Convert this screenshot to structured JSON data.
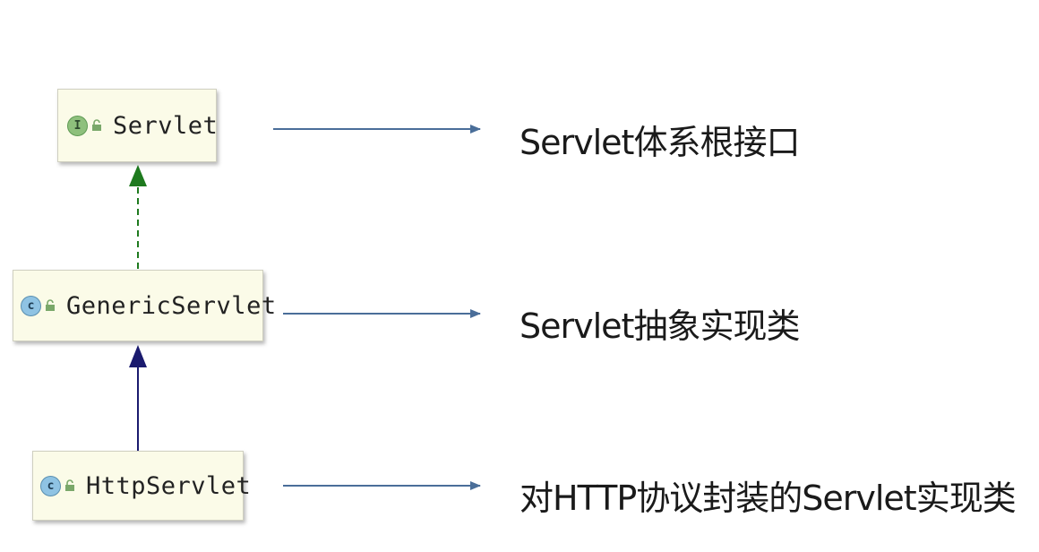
{
  "nodes": [
    {
      "kind": "interface",
      "badge": "I",
      "name": "Servlet",
      "description": "Servlet体系根接口"
    },
    {
      "kind": "class",
      "badge": "c",
      "name": "GenericServlet",
      "description": "Servlet抽象实现类"
    },
    {
      "kind": "class",
      "badge": "c",
      "name": "HttpServlet",
      "description": "对HTTP协议封装的Servlet实现类"
    }
  ],
  "relations": [
    {
      "from": "GenericServlet",
      "to": "Servlet",
      "style": "dashed",
      "color": "#1e7a1e"
    },
    {
      "from": "HttpServlet",
      "to": "GenericServlet",
      "style": "solid",
      "color": "#1a1a6e"
    }
  ],
  "colors": {
    "pointer_arrow": "#4a6e99",
    "box_fill": "#fbfbe8"
  }
}
